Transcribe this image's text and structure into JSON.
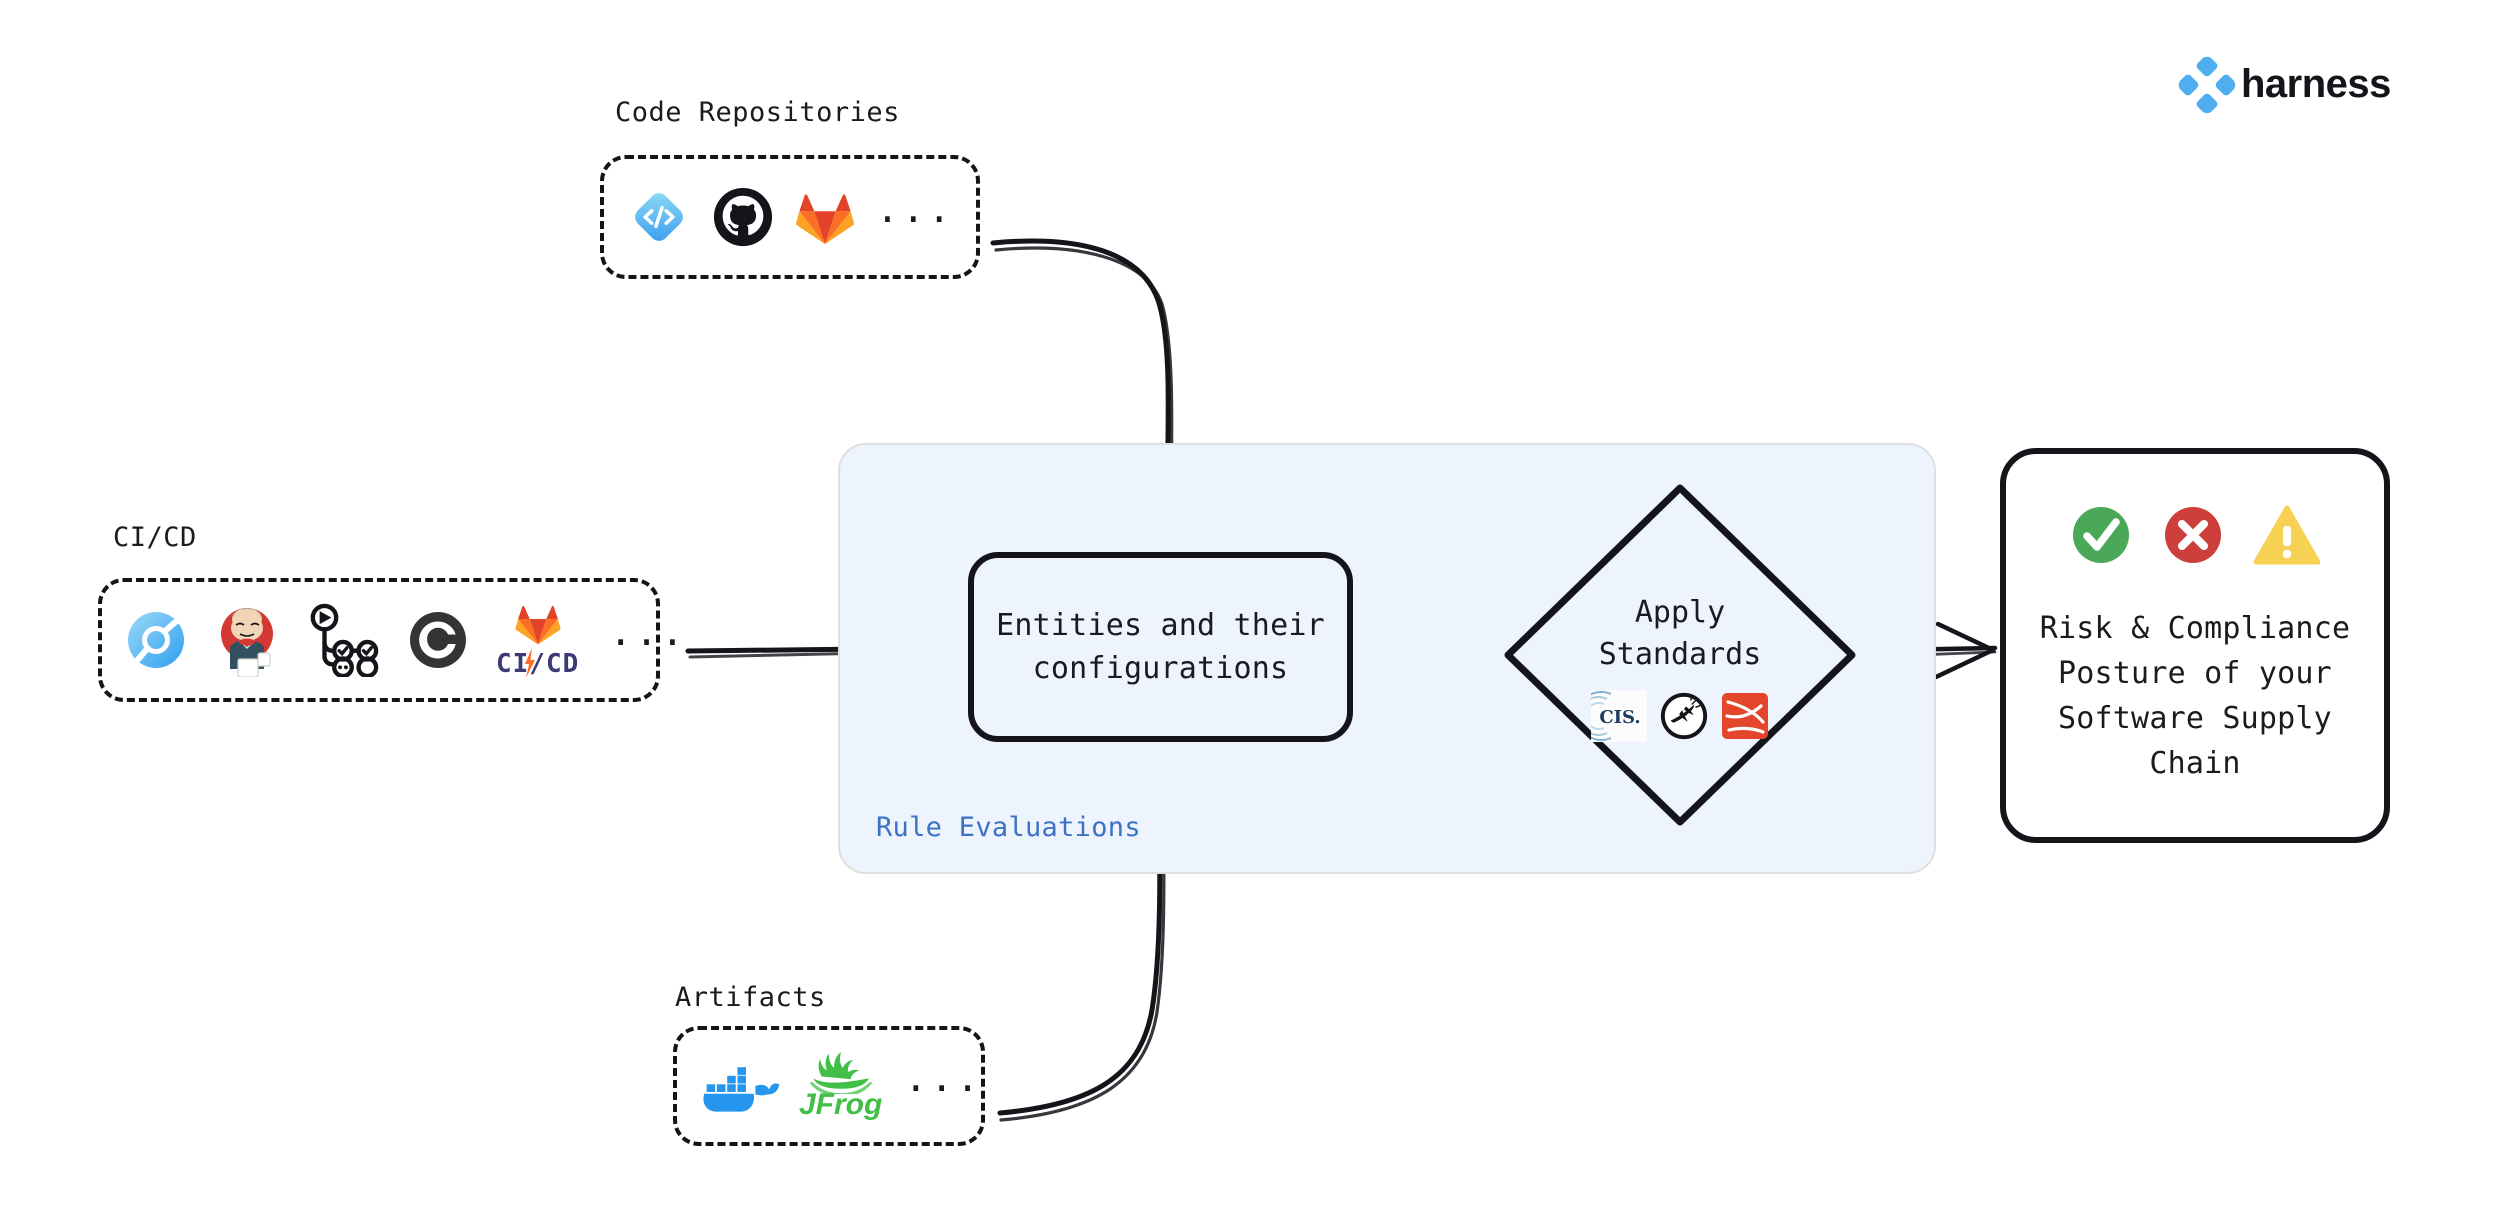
{
  "brand": {
    "name": "harness",
    "logo_icon": "harness-diamond-icon",
    "accent": "#4eaef0"
  },
  "groups": [
    {
      "id": "code-repositories",
      "label": "Code Repositories",
      "overflow": "...",
      "items": [
        {
          "icon": "harness-code-repo-icon",
          "name": "Harness Code Repository"
        },
        {
          "icon": "github-icon",
          "name": "GitHub"
        },
        {
          "icon": "gitlab-icon",
          "name": "GitLab"
        }
      ]
    },
    {
      "id": "ci-cd",
      "label": "CI/CD",
      "overflow": "...",
      "items": [
        {
          "icon": "harness-ci-icon",
          "name": "Harness CI/CD"
        },
        {
          "icon": "jenkins-icon",
          "name": "Jenkins"
        },
        {
          "icon": "github-actions-icon",
          "name": "GitHub Actions"
        },
        {
          "icon": "circleci-icon",
          "name": "CircleCI"
        },
        {
          "icon": "gitlab-cicd-icon",
          "name": "GitLab CI/CD",
          "caption": "CI/CD"
        }
      ]
    },
    {
      "id": "artifacts",
      "label": "Artifacts",
      "overflow": "...",
      "items": [
        {
          "icon": "docker-icon",
          "name": "Docker"
        },
        {
          "icon": "jfrog-icon",
          "name": "JFrog",
          "caption": "JFrog"
        }
      ]
    }
  ],
  "panel": {
    "label": "Rule Evaluations",
    "label_color": "#3b72c4",
    "background": "#eef4fd"
  },
  "entities_box": {
    "line1": "Entities and their",
    "line2": "configurations"
  },
  "apply_standards": {
    "line1": "Apply",
    "line2": "Standards",
    "standards": [
      {
        "icon": "cis-benchmark-icon",
        "name": "CIS",
        "label": "CIS."
      },
      {
        "icon": "slsa-icon",
        "name": "SLSA"
      },
      {
        "icon": "owasp-icon",
        "name": "OWASP"
      }
    ]
  },
  "outcome": {
    "statuses": [
      {
        "icon": "check-circle-icon",
        "name": "pass",
        "color": "#4ba858"
      },
      {
        "icon": "x-circle-icon",
        "name": "fail",
        "color": "#cc3f3a"
      },
      {
        "icon": "warning-triangle-icon",
        "name": "warning",
        "color": "#f7d154"
      }
    ],
    "line1": "Risk & Compliance",
    "line2": "Posture of your",
    "line3": "Software Supply",
    "line4": "Chain"
  },
  "edges": [
    {
      "name": "code-repos-to-entities",
      "from": "code-repositories",
      "to": "entities-box",
      "style": "curved-elbow-down"
    },
    {
      "name": "cicd-to-entities",
      "from": "ci-cd",
      "to": "entities-box",
      "style": "straight-right"
    },
    {
      "name": "artifacts-to-entities",
      "from": "artifacts",
      "to": "entities-box",
      "style": "curved-elbow-up"
    },
    {
      "name": "entities-to-apply-standards",
      "from": "entities-box",
      "to": "apply-standards",
      "style": "straight-right"
    },
    {
      "name": "apply-standards-to-outcome",
      "from": "apply-standards",
      "to": "outcome-box",
      "style": "straight-right"
    }
  ]
}
